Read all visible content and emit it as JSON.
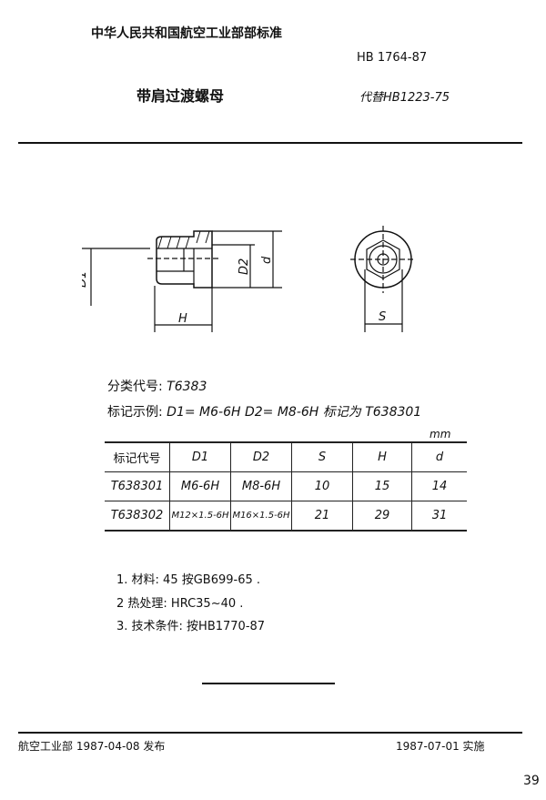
{
  "header": {
    "issuer": "中华人民共和国航空工业部部标准",
    "standard_code": "HB 1764-87",
    "title": "带肩过渡螺母",
    "replaces": "代替HB1223-75"
  },
  "drawing": {
    "labels": {
      "D1": "D1",
      "D2": "D2",
      "d": "d",
      "H": "H",
      "S": "S"
    }
  },
  "classification": {
    "label": "分类代号:",
    "value": "T6383"
  },
  "marking_example": {
    "label": "标记示例:",
    "text": "D1= M6-6H   D2= M8-6H   标记为 T638301"
  },
  "table": {
    "unit": "mm",
    "headers": [
      "标记代号",
      "D1",
      "D2",
      "S",
      "H",
      "d"
    ],
    "rows": [
      [
        "T638301",
        "M6-6H",
        "M8-6H",
        "10",
        "15",
        "14"
      ],
      [
        "T638302",
        "M12×1.5-6H",
        "M16×1.5-6H",
        "21",
        "29",
        "31"
      ]
    ]
  },
  "notes": [
    "1.  材料: 45  按GB699-65 .",
    "2   热处理: HRC35~40 .",
    "3.  技术条件: 按HB1770-87"
  ],
  "footer": {
    "issued": "航空工业部 1987-04-08  发布",
    "effective": "1987-07-01   实施",
    "page": "39"
  }
}
